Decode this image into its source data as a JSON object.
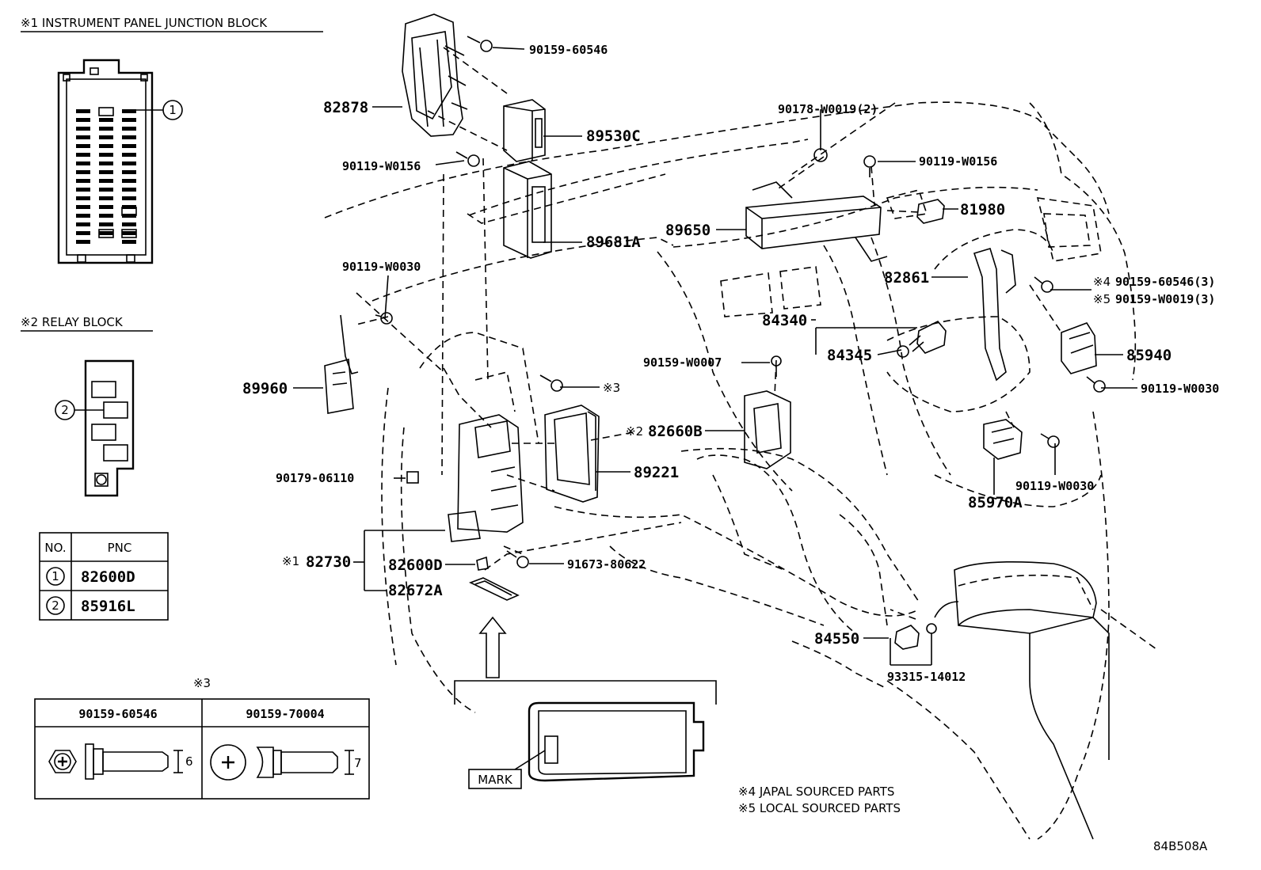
{
  "headers": {
    "ij_block": "※1 INSTRUMENT PANEL JUNCTION BLOCK",
    "relay_block": "※2 RELAY BLOCK",
    "fastener_ref": "※3"
  },
  "callouts": {
    "c1": "1",
    "c2": "2"
  },
  "pnc_table": {
    "col_no": "NO.",
    "col_pnc": "PNC",
    "rows": [
      {
        "no": "1",
        "pnc": "82600D"
      },
      {
        "no": "2",
        "pnc": "85916L"
      }
    ]
  },
  "fastener_table": {
    "bolt_a": "90159-60546",
    "bolt_b": "90159-70004",
    "dim_a": "6",
    "dim_b": "7"
  },
  "inset": {
    "mark": "MARK"
  },
  "parts": {
    "p90159_60546": "90159-60546",
    "p82878": "82878",
    "p89530c": "89530C",
    "p90119_w0156_a": "90119-W0156",
    "p89681a": "89681A",
    "p90119_w0030_a": "90119-W0030",
    "p89960": "89960",
    "p90179_06110": "90179-06110",
    "ref3": "※3",
    "ref2": "※2",
    "p82660b": "82660B",
    "p89221": "89221",
    "ref1": "※1",
    "p82730": "82730",
    "p82600d": "82600D",
    "p82672a": "82672A",
    "p91673_80622": "91673-80622",
    "p90178_w0019": "90178-W0019(2)",
    "p90119_w0156_b": "90119-W0156",
    "p89650": "89650",
    "p81980": "81980",
    "p82861": "82861",
    "ref4": "※4",
    "p90159_60546_3": "90159-60546(3)",
    "ref5": "※5",
    "p90159_w0019_3": "90159-W0019(3)",
    "p84340": "84340",
    "p84345": "84345",
    "p90159_w0007": "90159-W0007",
    "p85940": "85940",
    "p90119_w0030_b": "90119-W0030",
    "p90119_w0030_c": "90119-W0030",
    "p85970a": "85970A",
    "p84550": "84550",
    "p93315_14012": "93315-14012"
  },
  "notes": {
    "n4": "※4 JAPAL SOURCED PARTS",
    "n5": "※5 LOCAL SOURCED PARTS"
  },
  "diagram_id": "84B508A"
}
